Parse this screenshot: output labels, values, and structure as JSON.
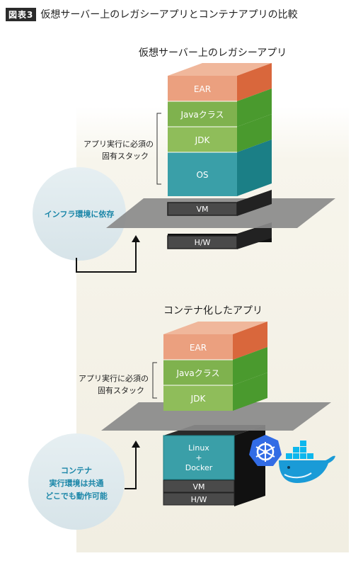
{
  "header": {
    "figure_label": "図表3",
    "figure_title": "仮想サーバー上のレガシーアプリとコンテナアプリの比較"
  },
  "top_section": {
    "title": "仮想サーバー上のレガシーアプリ",
    "layers": [
      "EAR",
      "Javaクラス",
      "JDK",
      "OS"
    ],
    "base_layers": [
      "VM",
      "H/W"
    ],
    "bracket_label_line1": "アプリ実行に必須の",
    "bracket_label_line2": "固有スタック",
    "bubble_text": "インフラ環境に依存",
    "colors": {
      "ear": "#e9967a",
      "java": "#7fb24e",
      "jdk": "#8fbd5a",
      "os": "#34a0a4",
      "bubble": "#dde8ec",
      "bubble_text": "#1a86a8"
    }
  },
  "bottom_section": {
    "title": "コンテナ化したアプリ",
    "layers": [
      "EAR",
      "Javaクラス",
      "JDK"
    ],
    "runtime_line1": "Linux",
    "runtime_line2": "+",
    "runtime_line3": "Docker",
    "base_layers": [
      "VM",
      "H/W"
    ],
    "bracket_label_line1": "アプリ実行に必須の",
    "bracket_label_line2": "固有スタック",
    "bubble_line1": "コンテナ",
    "bubble_line2": "実行環境は共通",
    "bubble_line3": "どこでも動作可能",
    "icons": [
      "kubernetes-icon",
      "docker-whale-icon"
    ]
  }
}
